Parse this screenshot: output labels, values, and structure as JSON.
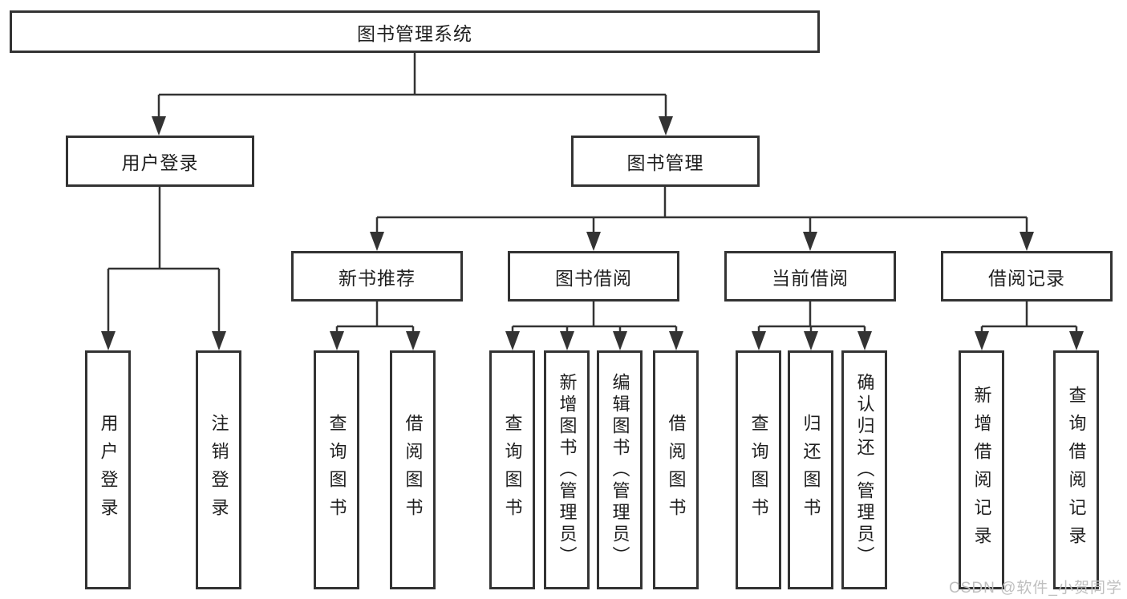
{
  "diagram": {
    "root": {
      "label": "图书管理系统"
    },
    "level2": [
      {
        "label": "用户登录"
      },
      {
        "label": "图书管理"
      }
    ],
    "level3": [
      {
        "label": "新书推荐"
      },
      {
        "label": "图书借阅"
      },
      {
        "label": "当前借阅"
      },
      {
        "label": "借阅记录"
      }
    ],
    "leaves": [
      {
        "label": "用户登录"
      },
      {
        "label": "注销登录"
      },
      {
        "label": "查询图书"
      },
      {
        "label": "借阅图书"
      },
      {
        "label": "查询图书"
      },
      {
        "label": "新增图书（管理员）"
      },
      {
        "label": "编辑图书（管理员）"
      },
      {
        "label": "借阅图书"
      },
      {
        "label": "查询图书"
      },
      {
        "label": "归还图书"
      },
      {
        "label": "确认归还（管理员）"
      },
      {
        "label": "新增借阅记录"
      },
      {
        "label": "查询借阅记录"
      }
    ]
  },
  "watermark": {
    "text": "CSDN @软件_小贺同学"
  },
  "colors": {
    "line": "#333333",
    "text": "#1f1f1f",
    "background": "#ffffff",
    "watermark": "#bfbfbf"
  }
}
